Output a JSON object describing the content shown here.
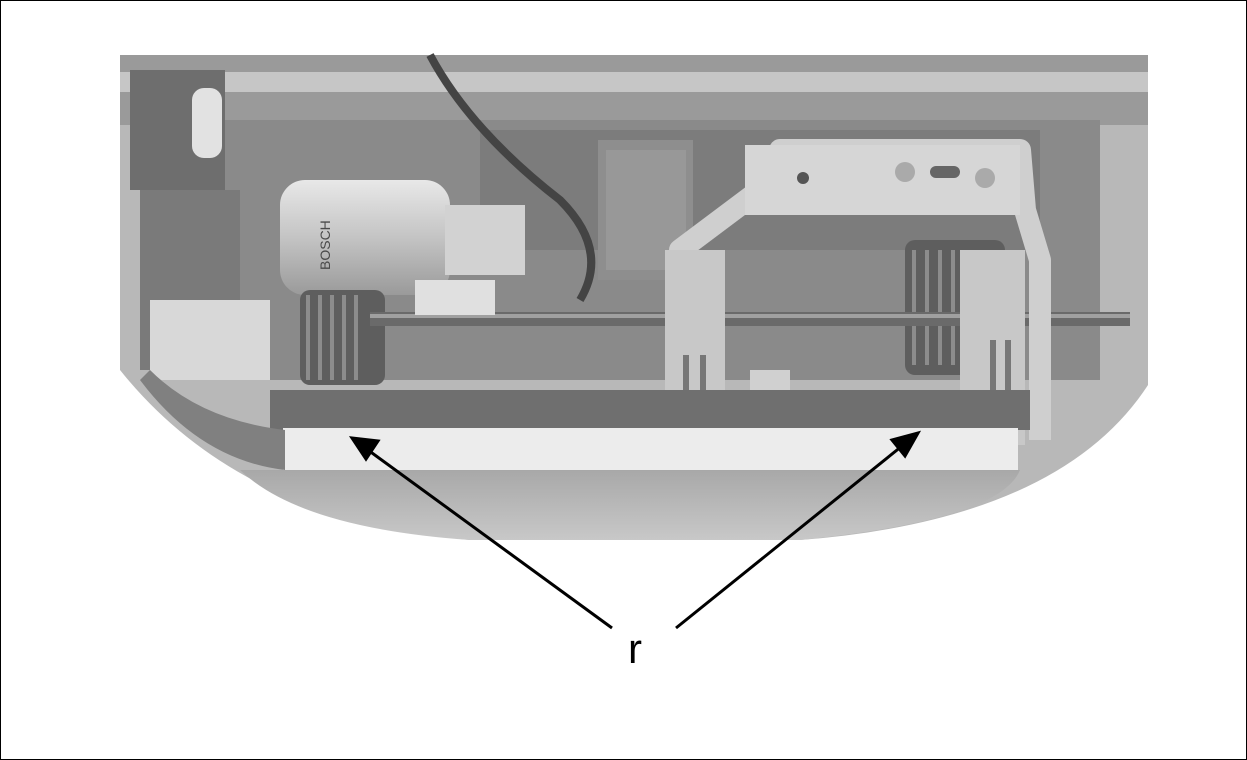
{
  "figure": {
    "callout_label": "r",
    "photo_subject": "seat-underside-mechanism",
    "motor_brand_text": "BOSCH",
    "colors": {
      "frame": "#000000",
      "photo_dark": "#6e6e6e",
      "photo_mid": "#b4b4b4",
      "photo_light": "#e6e6e6",
      "arrow": "#000000"
    }
  }
}
